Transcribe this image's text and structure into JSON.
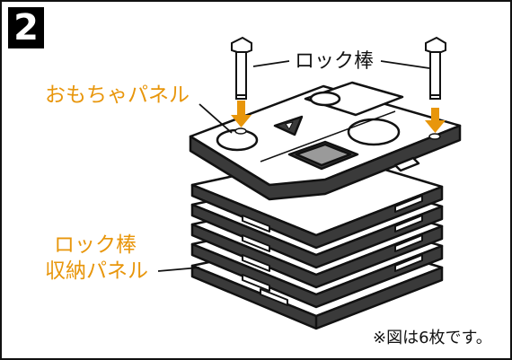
{
  "step": {
    "number": "2"
  },
  "labels": {
    "lock_rod": "ロック棒",
    "toy_panel": "おもちゃパネル",
    "storage_panel_line1": "ロック棒",
    "storage_panel_line2": "収納パネル",
    "note": "※図は6枚です。"
  },
  "colors": {
    "accent": "#e8960b",
    "line": "#111111",
    "panel_fill": "#ffffff",
    "panel_dark": "#3a3a3a",
    "panel_gray": "#9a9a9a"
  }
}
